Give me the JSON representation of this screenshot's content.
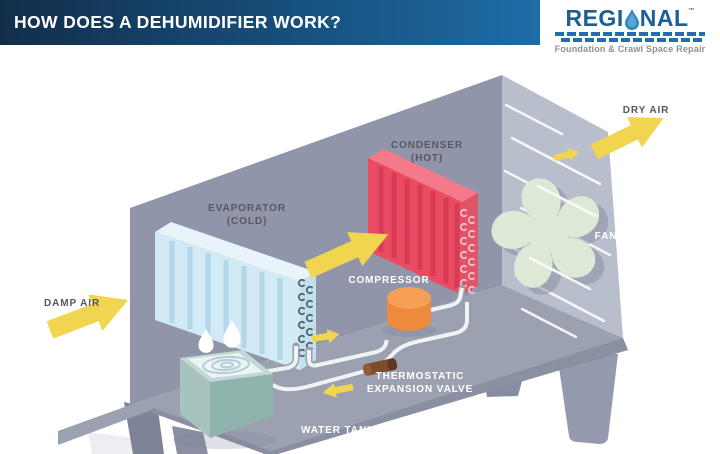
{
  "header": {
    "title": "HOW DOES A DEHUMIDIFIER WORK?"
  },
  "logo": {
    "brand_prefix": "REGI",
    "brand_suffix": "NAL",
    "trademark": "™",
    "droplet_icon": "water-drop-icon",
    "tagline": "Foundation & Crawl Space Repair"
  },
  "diagram": {
    "labels": {
      "damp_air": "DAMP AIR",
      "evaporator_1": "EVAPORATOR",
      "evaporator_2": "(COLD)",
      "condenser_1": "CONDENSER",
      "condenser_2": "(HOT)",
      "compressor": "COMPRESSOR",
      "dry_air": "DRY AIR",
      "fan": "FAN",
      "valve_1": "THERMOSTATIC",
      "valve_2": "EXPANSION VALVE",
      "water_tank": "WATER TANK"
    },
    "colors": {
      "arrow_yellow": "#f1d44f",
      "cabinet_back_gray": "#9095a9",
      "cabinet_side_gray": "#b9becd",
      "floor_gray": "#9ca1b2",
      "evaporator_blue": "#d2eaf6",
      "condenser_red": "#ea4b61",
      "compressor_orange": "#ee8a3c",
      "fan_green": "#dde9d6",
      "tank_teal": "#a6c3bd",
      "valve_brown": "#7c4c2e",
      "pipe_white": "#f0f2f5",
      "label_dark": "#565861",
      "label_white": "#ffffff",
      "header_blue": "#17507d",
      "logo_blue": "#1b5f95"
    }
  }
}
